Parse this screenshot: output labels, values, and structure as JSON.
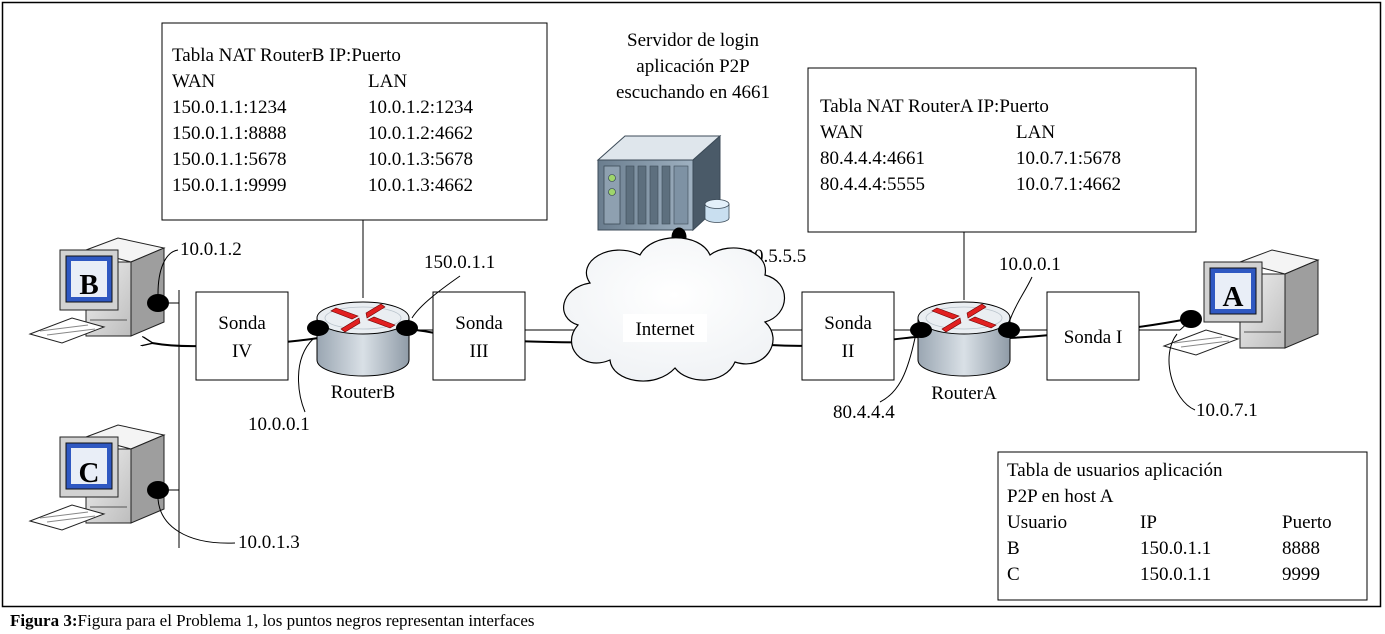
{
  "caption": {
    "label": "Figura 3:",
    "text": "Figura para el Problema 1, los puntos negros representan interfaces"
  },
  "server": {
    "lines": [
      "Servidor de login",
      "aplicación P2P",
      "escuchando en 4661"
    ],
    "ip": "100.5.5.5"
  },
  "cloud_label": "Internet",
  "routers": {
    "b": {
      "name": "RouterB",
      "wan_ip": "150.0.1.1",
      "lan_ip": "10.0.0.1"
    },
    "a": {
      "name": "RouterA",
      "wan_ip": "80.4.4.4",
      "lan_ip": "10.0.0.1"
    }
  },
  "probes": {
    "iv": [
      "Sonda",
      "IV"
    ],
    "iii": [
      "Sonda",
      "III"
    ],
    "ii": [
      "Sonda",
      "II"
    ],
    "i": [
      "Sonda I"
    ]
  },
  "hosts": {
    "b": {
      "letter": "B",
      "ip": "10.0.1.2"
    },
    "c": {
      "letter": "C",
      "ip": "10.0.1.3"
    },
    "a": {
      "letter": "A",
      "ip": "10.0.7.1"
    }
  },
  "nat_b": {
    "title": "Tabla NAT RouterB IP:Puerto",
    "headers": [
      "WAN",
      "LAN"
    ],
    "rows": [
      [
        "150.0.1.1:1234",
        "10.0.1.2:1234"
      ],
      [
        "150.0.1.1:8888",
        "10.0.1.2:4662"
      ],
      [
        "150.0.1.1:5678",
        "10.0.1.3:5678"
      ],
      [
        "150.0.1.1:9999",
        "10.0.1.3:4662"
      ]
    ]
  },
  "nat_a": {
    "title": "Tabla NAT RouterA IP:Puerto",
    "headers": [
      "WAN",
      "LAN"
    ],
    "rows": [
      [
        "80.4.4.4:4661",
        "10.0.7.1:5678"
      ],
      [
        "80.4.4.4:5555",
        "10.0.7.1:4662"
      ]
    ]
  },
  "users": {
    "title_lines": [
      "Tabla de usuarios aplicación",
      "P2P en host A"
    ],
    "headers": [
      "Usuario",
      "IP",
      "Puerto"
    ],
    "rows": [
      [
        "B",
        "150.0.1.1",
        "8888"
      ],
      [
        "C",
        "150.0.1.1",
        "9999"
      ]
    ]
  }
}
